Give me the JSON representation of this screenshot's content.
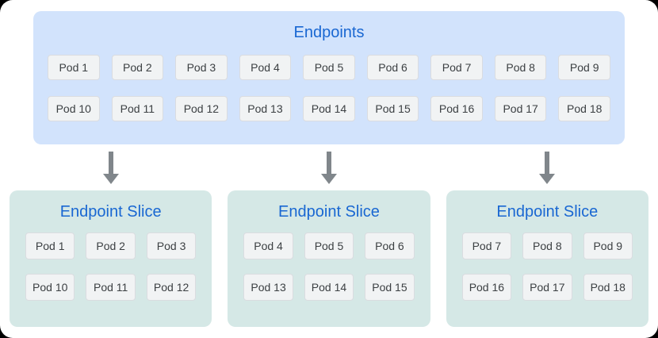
{
  "endpoints": {
    "title": "Endpoints",
    "pods": [
      "Pod 1",
      "Pod 2",
      "Pod 3",
      "Pod 4",
      "Pod 5",
      "Pod 6",
      "Pod 7",
      "Pod 8",
      "Pod 9",
      "Pod 10",
      "Pod 11",
      "Pod 12",
      "Pod 13",
      "Pod 14",
      "Pod 15",
      "Pod 16",
      "Pod 17",
      "Pod 18"
    ]
  },
  "slices": [
    {
      "title": "Endpoint Slice",
      "pods": [
        "Pod 1",
        "Pod 2",
        "Pod 3",
        "Pod 10",
        "Pod 11",
        "Pod 12"
      ]
    },
    {
      "title": "Endpoint Slice",
      "pods": [
        "Pod 4",
        "Pod 5",
        "Pod 6",
        "Pod 13",
        "Pod 14",
        "Pod 15"
      ]
    },
    {
      "title": "Endpoint Slice",
      "pods": [
        "Pod 7",
        "Pod 8",
        "Pod 9",
        "Pod 16",
        "Pod 17",
        "Pod 18"
      ]
    }
  ],
  "colors": {
    "endpoints_bg": "#d2e3fc",
    "slice_bg": "#d5e8e6",
    "title": "#1967d2",
    "pod_bg": "#f1f3f4",
    "pod_border": "#dadce0",
    "pod_text": "#3c4043",
    "arrow": "#80868b"
  }
}
